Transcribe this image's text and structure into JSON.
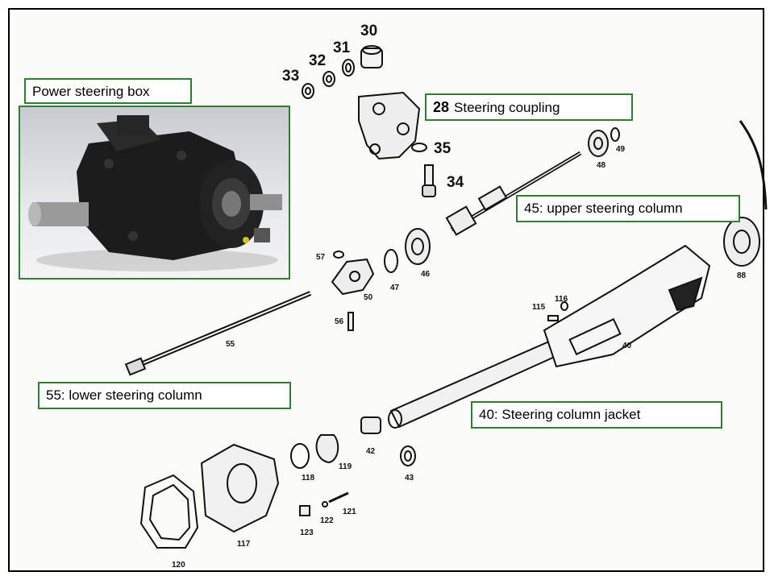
{
  "labels": {
    "power_steering_box": "Power steering box",
    "steering_coupling_num": "28",
    "steering_coupling": "Steering coupling",
    "upper_column": "45: upper steering column",
    "lower_column": "55: lower steering column",
    "column_jacket": "40: Steering column jacket"
  },
  "callouts": {
    "n30": "30",
    "n31": "31",
    "n32": "32",
    "n33": "33",
    "n35": "35",
    "n34": "34",
    "n48": "48",
    "n49": "49",
    "n46": "46",
    "n47": "47",
    "n50": "50",
    "n57": "57",
    "n56": "56",
    "n55": "55",
    "n88": "88",
    "n115": "115",
    "n116": "116",
    "n40": "40",
    "n42": "42",
    "n43": "43",
    "n118": "118",
    "n119": "119",
    "n117": "117",
    "n120": "120",
    "n121": "121",
    "n122": "122",
    "n123": "123"
  },
  "colors": {
    "label_border": "#2e7d32",
    "ink": "#111111",
    "photo_metal": "#1c1c1c"
  }
}
